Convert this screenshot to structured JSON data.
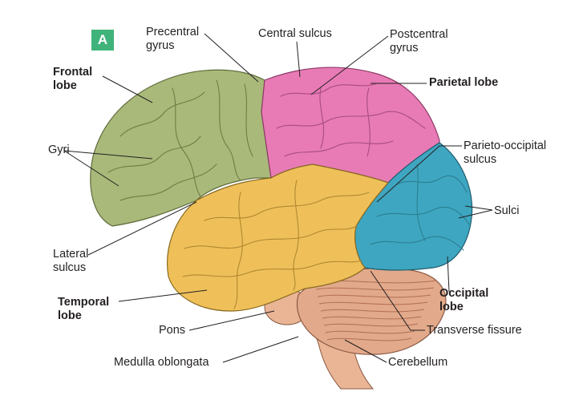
{
  "panel_letter": "A",
  "colors": {
    "frontal": "#a9b97a",
    "parietal": "#e87bb6",
    "temporal": "#efc05a",
    "occipital": "#3ea6c0",
    "cerebellum": "#e2a98a",
    "brainstem": "#e9b595",
    "badge": "#3fb37a",
    "leader_line": "#231f20"
  },
  "labels": {
    "precentral_gyrus": [
      "Precentral",
      "gyrus"
    ],
    "central_sulcus": "Central sulcus",
    "postcentral_gyrus": [
      "Postcentral",
      "gyrus"
    ],
    "frontal_lobe": [
      "Frontal",
      "lobe"
    ],
    "parietal_lobe": "Parietal lobe",
    "gyri": "Gyri",
    "parieto_occipital_sulcus": [
      "Parieto-occipital",
      "sulcus"
    ],
    "sulci": "Sulci",
    "lateral_sulcus": [
      "Lateral",
      "sulcus"
    ],
    "occipital_lobe": [
      "Occipital",
      "lobe"
    ],
    "temporal_lobe": [
      "Temporal",
      "lobe"
    ],
    "pons": "Pons",
    "transverse_fissure": "Transverse fissure",
    "medulla_oblongata": "Medulla oblongata",
    "cerebellum": "Cerebellum"
  }
}
